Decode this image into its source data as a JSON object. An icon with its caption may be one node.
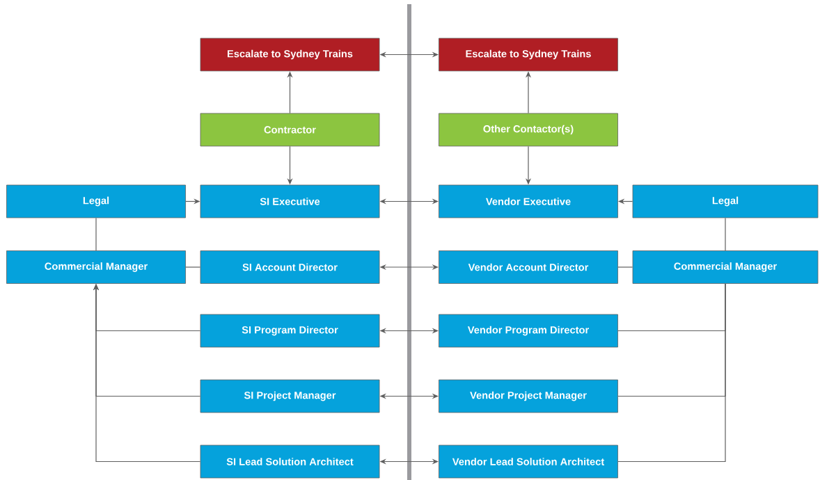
{
  "diagram": {
    "nodes": [
      {
        "text": [
          "Escalate to Sydney Trains"
        ]
      },
      {
        "text": [
          "Escalate to Sydney Trains"
        ]
      },
      {
        "text": [
          "Contractor"
        ]
      },
      {
        "text": [
          "Other Contactor(s)"
        ]
      },
      {
        "text": [
          "Legal"
        ]
      },
      {
        "text": [
          "SI Executive"
        ]
      },
      {
        "text": [
          "Vendor Executive"
        ]
      },
      {
        "text": [
          "Legal"
        ]
      },
      {
        "text": [
          "Commercial Manager"
        ]
      },
      {
        "text": [
          "SI Account Director"
        ]
      },
      {
        "text": [
          "Vendor Account Director"
        ]
      },
      {
        "text": [
          "Commercial Manager"
        ]
      },
      {
        "text": [
          "SI Program Director"
        ]
      },
      {
        "text": [
          "Vendor Program Director"
        ]
      },
      {
        "text": [
          "SI Project Manager"
        ]
      },
      {
        "text": [
          "Vendor Project Manager"
        ]
      },
      {
        "text": [
          "SI Lead Solution Architect"
        ]
      },
      {
        "text": [
          "Vendor Lead Solution Architect"
        ]
      }
    ],
    "edges": [
      {
        "from": 0,
        "to": 1,
        "arrow": "both"
      },
      {
        "from": 2,
        "to": 0,
        "arrow": "to"
      },
      {
        "from": 3,
        "to": 1,
        "arrow": "to"
      },
      {
        "from": 2,
        "to": 5,
        "arrow": "to"
      },
      {
        "from": 3,
        "to": 6,
        "arrow": "to"
      },
      {
        "from": 4,
        "to": 5,
        "arrow": "to"
      },
      {
        "from": 5,
        "to": 6,
        "arrow": "both"
      },
      {
        "from": 7,
        "to": 6,
        "arrow": "to"
      },
      {
        "from": 4,
        "to": 8,
        "arrow": "none"
      },
      {
        "from": 7,
        "to": 11,
        "arrow": "none"
      },
      {
        "from": 8,
        "to": 9,
        "arrow": "none"
      },
      {
        "from": 9,
        "to": 10,
        "arrow": "both"
      },
      {
        "from": 10,
        "to": 11,
        "arrow": "none"
      },
      {
        "from": 12,
        "to": 8,
        "arrow": "to"
      },
      {
        "from": 12,
        "to": 13,
        "arrow": "both"
      },
      {
        "from": 13,
        "to": 11,
        "arrow": "none"
      },
      {
        "from": 14,
        "to": 8,
        "arrow": "to"
      },
      {
        "from": 14,
        "to": 15,
        "arrow": "both"
      },
      {
        "from": 15,
        "to": 11,
        "arrow": "none"
      },
      {
        "from": 16,
        "to": 8,
        "arrow": "to"
      },
      {
        "from": 16,
        "to": 17,
        "arrow": "both"
      },
      {
        "from": 17,
        "to": 11,
        "arrow": "none"
      }
    ]
  }
}
